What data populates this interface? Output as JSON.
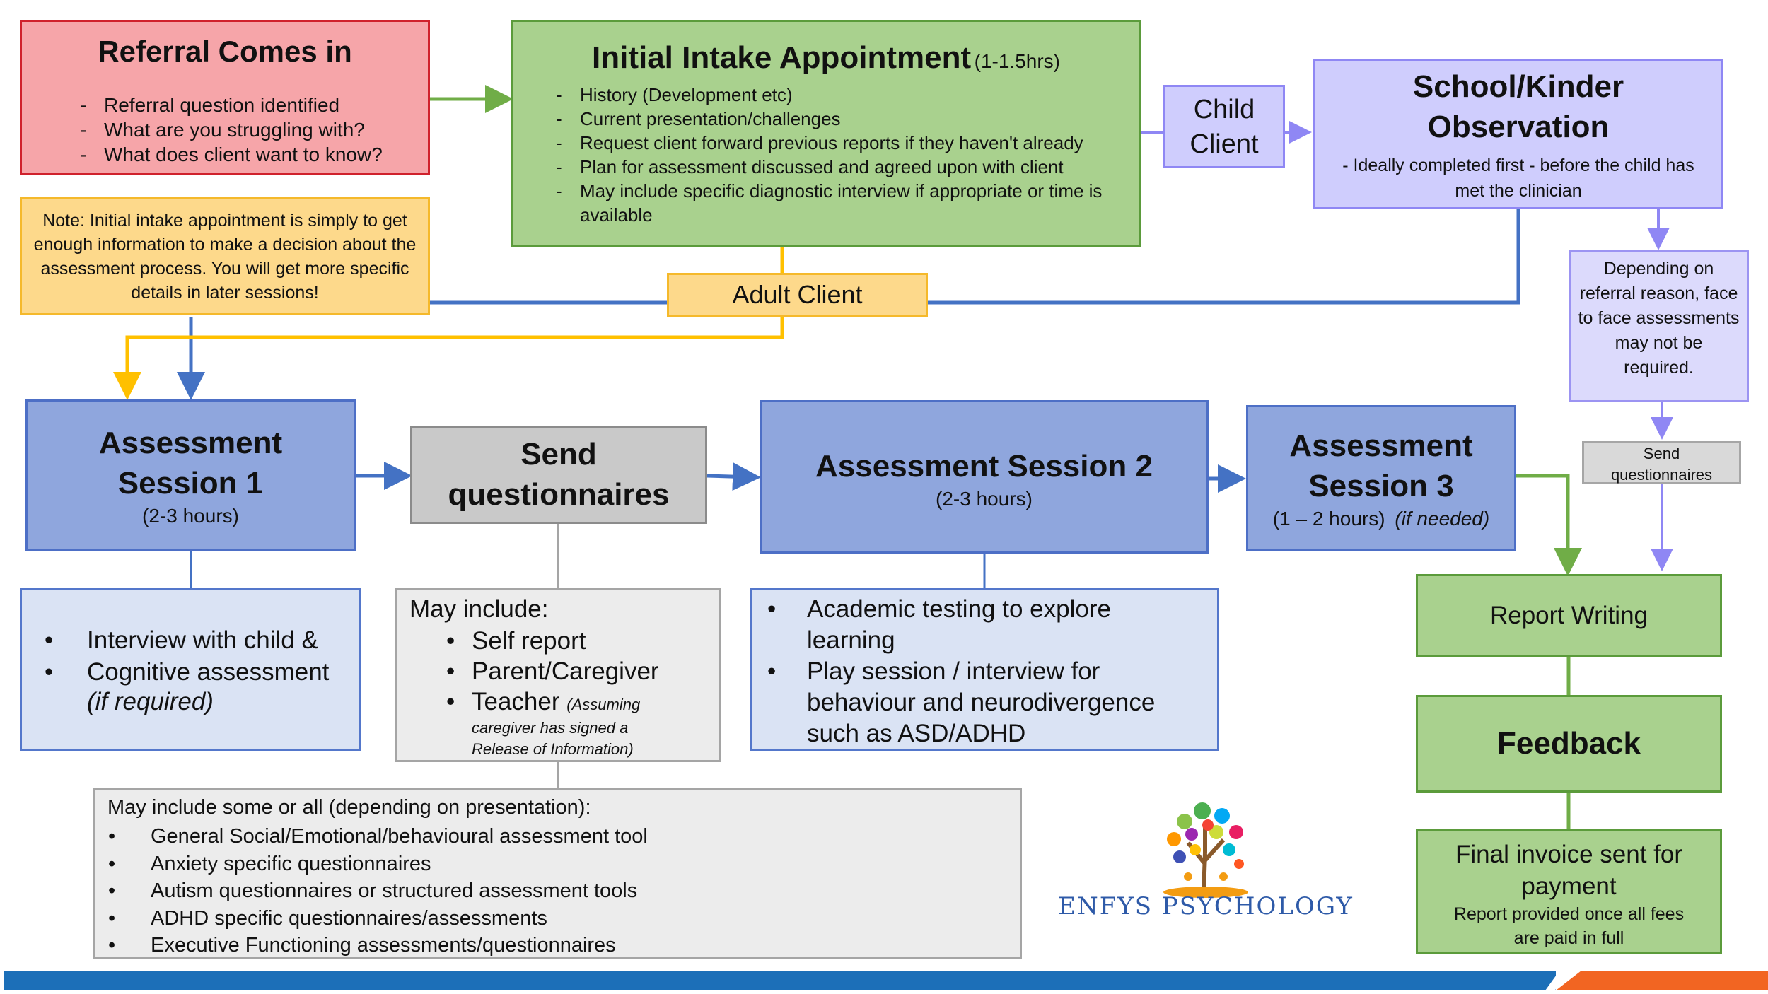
{
  "referral": {
    "title": "Referral Comes in",
    "items": [
      "Referral question identified",
      "What are you struggling with?",
      "What does client want to know?"
    ]
  },
  "intake": {
    "title": "Initial Intake Appointment",
    "duration": "(1-1.5hrs)",
    "items": [
      "History (Development etc)",
      "Current presentation/challenges",
      "Request client forward previous reports if they haven't already",
      "Plan for assessment discussed and agreed upon with client",
      "May include specific diagnostic interview if appropriate or time is available"
    ]
  },
  "child_client": {
    "line1": "Child",
    "line2": "Client"
  },
  "school": {
    "title_line1": "School/Kinder",
    "title_line2": "Observation",
    "text": "- Ideally completed first - before the child has met the clinician"
  },
  "note": {
    "text": "Note: Initial intake appointment is simply to get enough information to make a decision about the assessment process. You will get more specific details in later sessions!"
  },
  "adult_client": {
    "label": "Adult Client"
  },
  "depending": {
    "text": "Depending on referral reason, face to face assessments may not be required."
  },
  "send_small": {
    "line1": "Send",
    "line2": "questionnaires"
  },
  "session1": {
    "title_line1": "Assessment",
    "title_line2": "Session 1",
    "duration": "(2-3 hours)",
    "items": [
      "Interview with child &",
      "Cognitive assessment"
    ],
    "note": "(if required)"
  },
  "send_q": {
    "title_line1": "Send",
    "title_line2": "questionnaires",
    "intro": "May include:",
    "items": [
      "Self report",
      "Parent/Caregiver"
    ],
    "teacher": "Teacher",
    "teacher_note1": "(Assuming",
    "teacher_note2": "caregiver has signed a",
    "teacher_note3": "Release of Information)"
  },
  "session2": {
    "title": "Assessment Session 2",
    "duration": "(2-3 hours)",
    "items": [
      [
        "Academic testing to explore",
        "learning"
      ],
      [
        "Play session / interview for",
        "behaviour and neurodivergence",
        "such as ASD/ADHD"
      ]
    ]
  },
  "session3": {
    "title_line1": "Assessment",
    "title_line2": "Session 3",
    "duration": "(1 – 2 hours)",
    "if_needed": "(if needed)"
  },
  "report": {
    "label": "Report Writing"
  },
  "feedback": {
    "label": "Feedback"
  },
  "invoice": {
    "line1": "Final invoice sent for",
    "line2": "payment",
    "sub1": "Report provided once all fees",
    "sub2": "are paid in full"
  },
  "big_list": {
    "intro": "May include some or all (depending on presentation):",
    "items": [
      "General Social/Emotional/behavioural assessment tool",
      "Anxiety specific questionnaires",
      "Autism questionnaires or structured assessment tools",
      "ADHD specific questionnaires/assessments",
      "Executive Functioning assessments/questionnaires"
    ]
  },
  "logo": {
    "text": "ENFYS PSYCHOLOGY"
  },
  "colors": {
    "green_arrow": "#70ad47",
    "blue_line": "#4472c4",
    "yellow_line": "#ffc000",
    "purple_line": "#8f87f4",
    "footer_blue": "#1c6fb8",
    "footer_orange": "#f26522"
  }
}
